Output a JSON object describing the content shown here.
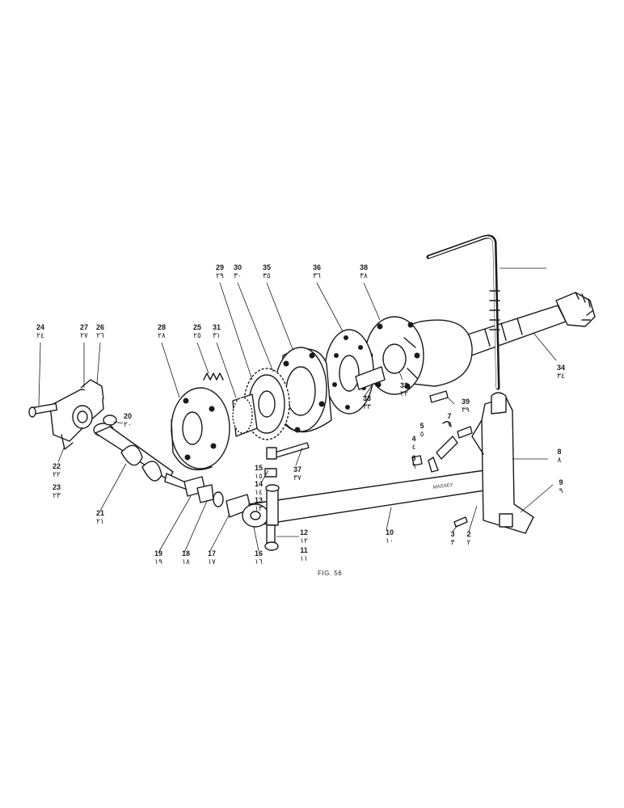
{
  "figure": {
    "caption": "FIG. 56"
  },
  "callouts": [
    {
      "num": "24",
      "ar": "٢٤"
    },
    {
      "num": "27",
      "ar": "٢٧"
    },
    {
      "num": "26",
      "ar": "٢٦"
    },
    {
      "num": "28",
      "ar": "٢٨"
    },
    {
      "num": "25",
      "ar": "٢٥"
    },
    {
      "num": "31",
      "ar": "٣١"
    },
    {
      "num": "29",
      "ar": "٢٩"
    },
    {
      "num": "30",
      "ar": "٣٠"
    },
    {
      "num": "35",
      "ar": "٣٥"
    },
    {
      "num": "36",
      "ar": "٣٦"
    },
    {
      "num": "38",
      "ar": "٣٨"
    },
    {
      "num": "34",
      "ar": "٣٤"
    },
    {
      "num": "20",
      "ar": "٢٠"
    },
    {
      "num": "22",
      "ar": "٢٢"
    },
    {
      "num": "23",
      "ar": "٢٣"
    },
    {
      "num": "21",
      "ar": "٢١"
    },
    {
      "num": "33",
      "ar": "٣٣"
    },
    {
      "num": "32",
      "ar": "٣٢"
    },
    {
      "num": "39",
      "ar": "٣٩"
    },
    {
      "num": "7",
      "ar": "٧"
    },
    {
      "num": "5",
      "ar": "٥"
    },
    {
      "num": "4",
      "ar": "٤"
    },
    {
      "num": "6",
      "ar": "٦"
    },
    {
      "num": "8",
      "ar": "٨"
    },
    {
      "num": "9",
      "ar": "٩"
    },
    {
      "num": "37",
      "ar": "٣٧"
    },
    {
      "num": "15",
      "ar": "١٥"
    },
    {
      "num": "14",
      "ar": "١٤"
    },
    {
      "num": "13",
      "ar": "١٣"
    },
    {
      "num": "12",
      "ar": "١٢"
    },
    {
      "num": "11",
      "ar": "١١"
    },
    {
      "num": "10",
      "ar": "١٠"
    },
    {
      "num": "16",
      "ar": "١٦"
    },
    {
      "num": "17",
      "ar": "١٧"
    },
    {
      "num": "18",
      "ar": "١٨"
    },
    {
      "num": "19",
      "ar": "١٩"
    },
    {
      "num": "3",
      "ar": "٣"
    },
    {
      "num": "2",
      "ar": "٢"
    }
  ],
  "stamp_text": "MASSEY"
}
